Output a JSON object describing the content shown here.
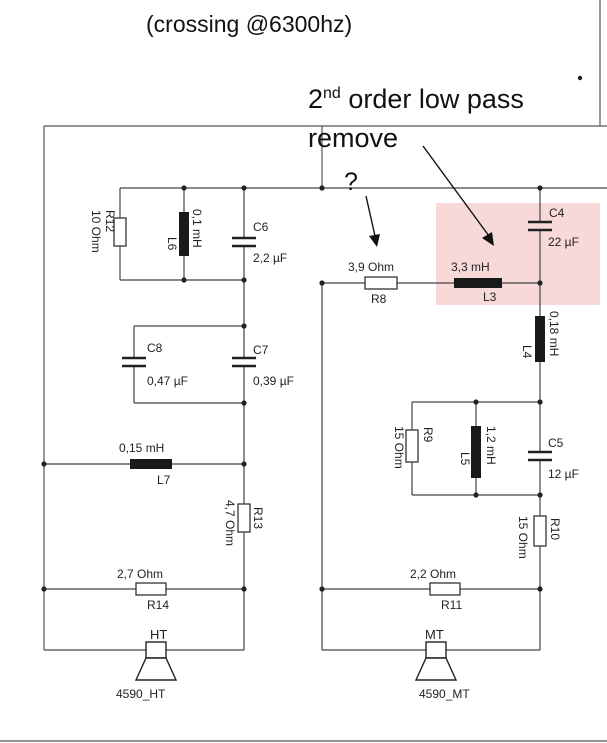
{
  "title": "(crossing @6300hz)",
  "annotation": {
    "line1_prefix": "2",
    "line1_sup": "nd",
    "line1_rest": " order low pass",
    "line2": "remove",
    "question": "?"
  },
  "components": {
    "R12": {
      "name": "R12",
      "value": "10 Ohm"
    },
    "L6": {
      "name": "L6",
      "value": "0,1 mH"
    },
    "C6": {
      "name": "C6",
      "value": "2,2 µF"
    },
    "C8": {
      "name": "C8",
      "value": "0,47 µF"
    },
    "C7": {
      "name": "C7",
      "value": "0,39 µF"
    },
    "L7": {
      "name": "L7",
      "value": "0,15 mH"
    },
    "R13": {
      "name": "R13",
      "value": "4,7 Ohm"
    },
    "R14": {
      "name": "R14",
      "value": "2,7 Ohm"
    },
    "R8": {
      "name": "R8",
      "value": "3,9 Ohm"
    },
    "L3": {
      "name": "L3",
      "value": "3,3 mH"
    },
    "C4": {
      "name": "C4",
      "value": "22 µF"
    },
    "L4": {
      "name": "L4",
      "value": "0,18 mH"
    },
    "R9": {
      "name": "R9",
      "value": "15 Ohm"
    },
    "L5": {
      "name": "L5",
      "value": "1,2 mH"
    },
    "C5": {
      "name": "C5",
      "value": "12 µF"
    },
    "R10": {
      "name": "R10",
      "value": "15 Ohm"
    },
    "R11": {
      "name": "R11",
      "value": "2,2 Ohm"
    }
  },
  "speakers": {
    "ht": {
      "label": "HT",
      "name": "4590_HT"
    },
    "mt": {
      "label": "MT",
      "name": "4590_MT"
    }
  },
  "colors": {
    "highlight": "#f7d9d9",
    "wire": "#444444",
    "inductor": "#1a1a1a"
  }
}
